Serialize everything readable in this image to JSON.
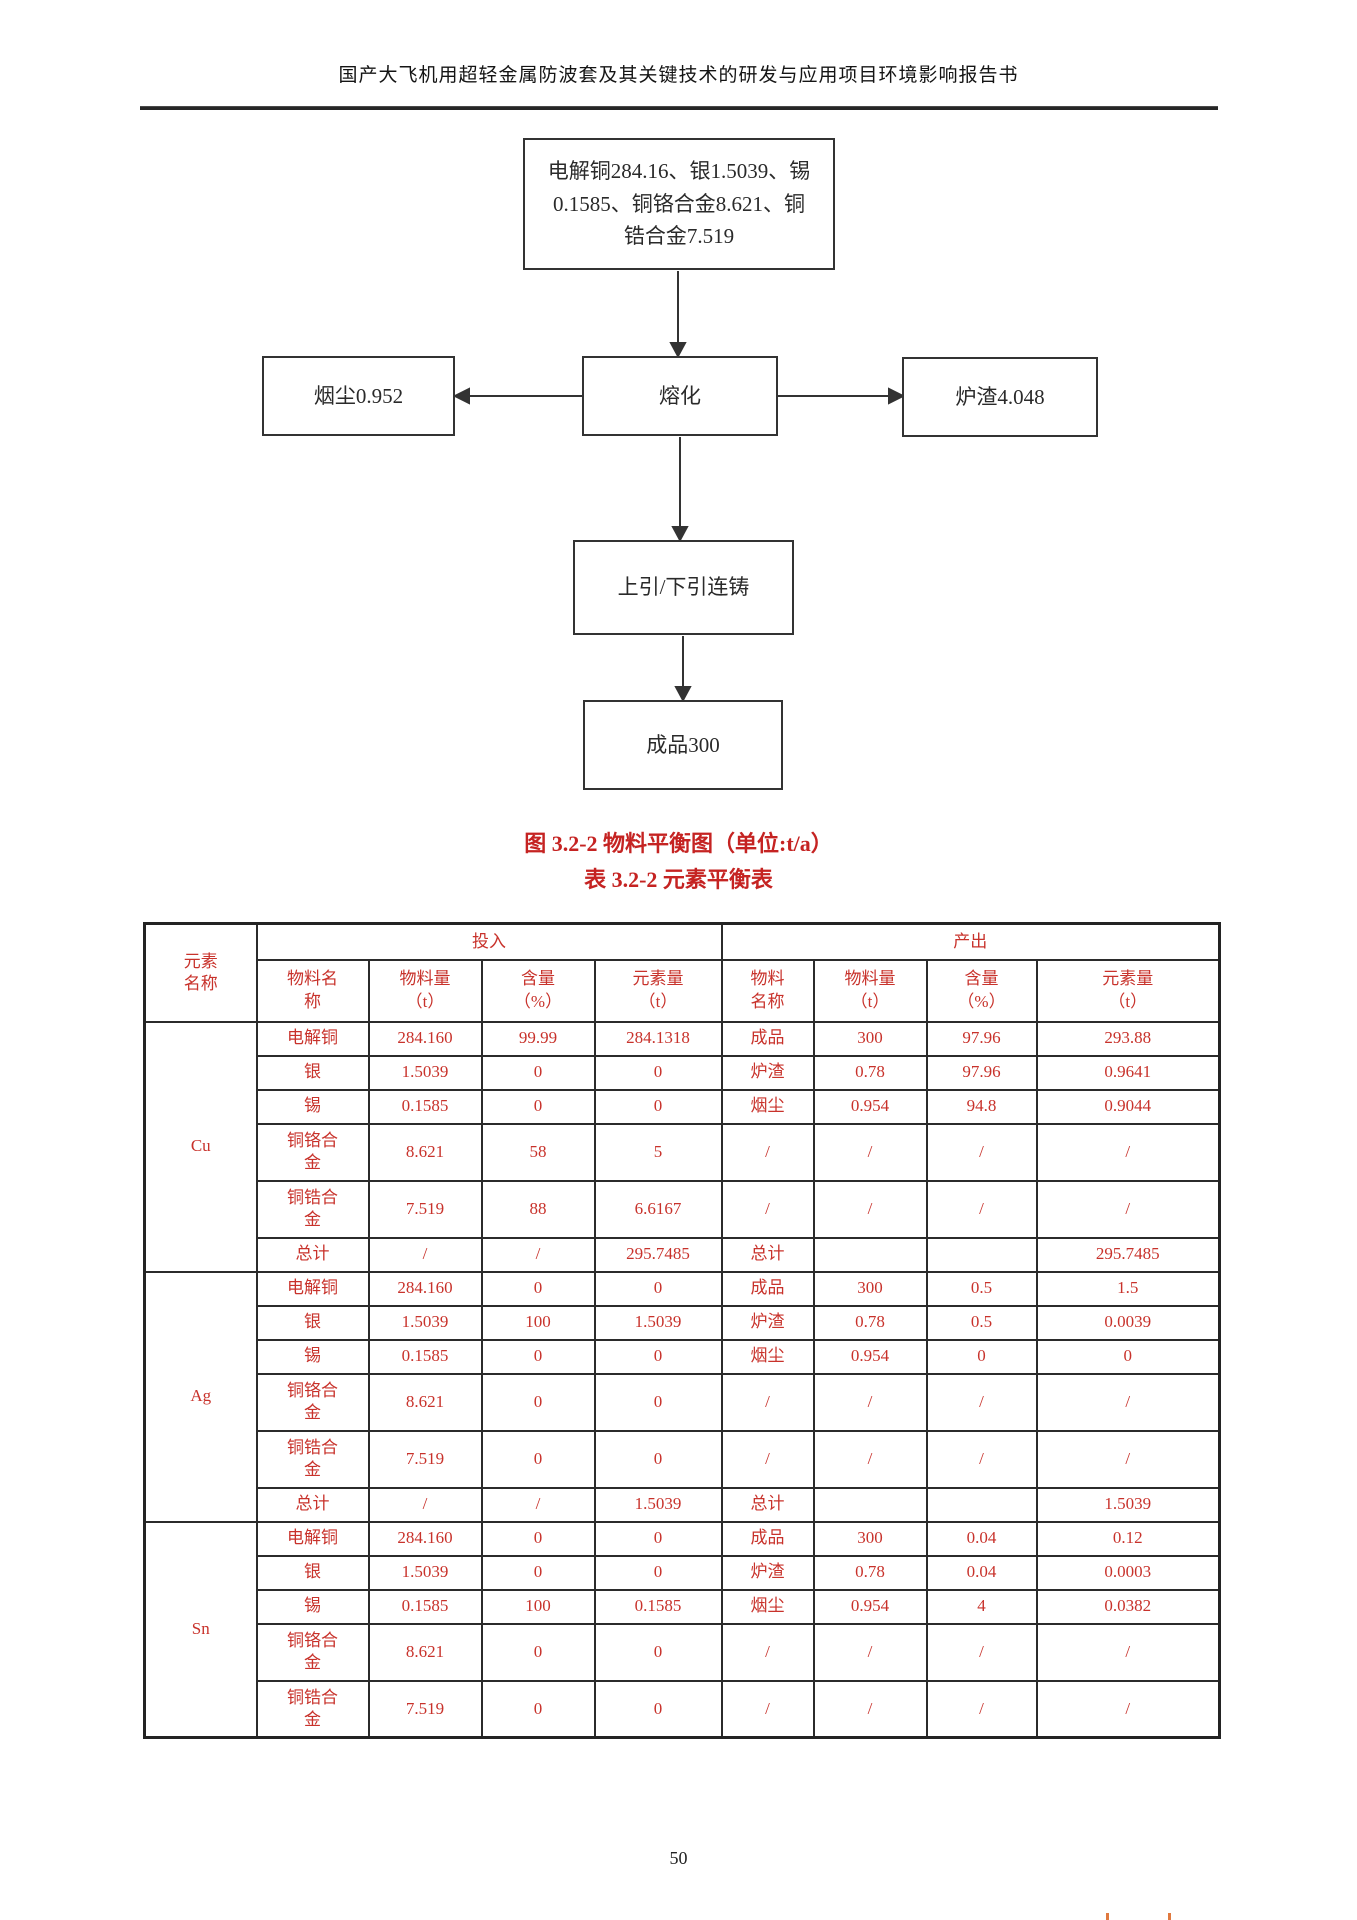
{
  "page": {
    "header_title": "国产大飞机用超轻金属防波套及其关键技术的研发与应用项目环境影响报告书",
    "page_number": "50"
  },
  "figure": {
    "caption": "图 3.2-2  物料平衡图（单位:t/a）",
    "source_lines": [
      "电解铜284.16、银1.5039、锡",
      "0.1585、铜铬合金8.621、铜",
      "锆合金7.519"
    ],
    "smoke": "烟尘0.952",
    "melt": "熔化",
    "slag": "炉渣4.048",
    "cast": "上引/下引连铸",
    "product": "成品300"
  },
  "table": {
    "caption": "表 3.2-2  元素平衡表",
    "header": {
      "element": "元素\n名称",
      "input_group": "投入",
      "output_group": "产出",
      "sub": [
        "物料名\n称",
        "物料量\n（t）",
        "含量\n（%）",
        "元素量\n（t）",
        "物料\n名称",
        "物料量\n（t）",
        "含量\n（%）",
        "元素量\n（t）"
      ]
    },
    "sections": [
      {
        "element": "Cu",
        "rows": [
          [
            "电解铜",
            "284.160",
            "99.99",
            "284.1318",
            "成品",
            "300",
            "97.96",
            "293.88"
          ],
          [
            "银",
            "1.5039",
            "0",
            "0",
            "炉渣",
            "0.78",
            "97.96",
            "0.9641"
          ],
          [
            "锡",
            "0.1585",
            "0",
            "0",
            "烟尘",
            "0.954",
            "94.8",
            "0.9044"
          ],
          [
            "铜铬合\n金",
            "8.621",
            "58",
            "5",
            "/",
            "/",
            "/",
            "/"
          ],
          [
            "铜锆合\n金",
            "7.519",
            "88",
            "6.6167",
            "/",
            "/",
            "/",
            "/"
          ],
          [
            "总计",
            "/",
            "/",
            "295.7485",
            "总计",
            "",
            "",
            "295.7485"
          ]
        ]
      },
      {
        "element": "Ag",
        "rows": [
          [
            "电解铜",
            "284.160",
            "0",
            "0",
            "成品",
            "300",
            "0.5",
            "1.5"
          ],
          [
            "银",
            "1.5039",
            "100",
            "1.5039",
            "炉渣",
            "0.78",
            "0.5",
            "0.0039"
          ],
          [
            "锡",
            "0.1585",
            "0",
            "0",
            "烟尘",
            "0.954",
            "0",
            "0"
          ],
          [
            "铜铬合\n金",
            "8.621",
            "0",
            "0",
            "/",
            "/",
            "/",
            "/"
          ],
          [
            "铜锆合\n金",
            "7.519",
            "0",
            "0",
            "/",
            "/",
            "/",
            "/"
          ],
          [
            "总计",
            "/",
            "/",
            "1.5039",
            "总计",
            "",
            "",
            "1.5039"
          ]
        ]
      },
      {
        "element": "Sn",
        "rows": [
          [
            "电解铜",
            "284.160",
            "0",
            "0",
            "成品",
            "300",
            "0.04",
            "0.12"
          ],
          [
            "银",
            "1.5039",
            "0",
            "0",
            "炉渣",
            "0.78",
            "0.04",
            "0.0003"
          ],
          [
            "锡",
            "0.1585",
            "100",
            "0.1585",
            "烟尘",
            "0.954",
            "4",
            "0.0382"
          ],
          [
            "铜铬合\n金",
            "8.621",
            "0",
            "0",
            "/",
            "/",
            "/",
            "/"
          ],
          [
            "铜锆合\n金",
            "7.519",
            "0",
            "0",
            "/",
            "/",
            "/",
            "/"
          ]
        ]
      }
    ]
  },
  "colors": {
    "table_text_red": "#c8322b",
    "caption_red": "#c52322",
    "border_dark": "#2b2b2b",
    "corner_orange": "#e0793f"
  }
}
